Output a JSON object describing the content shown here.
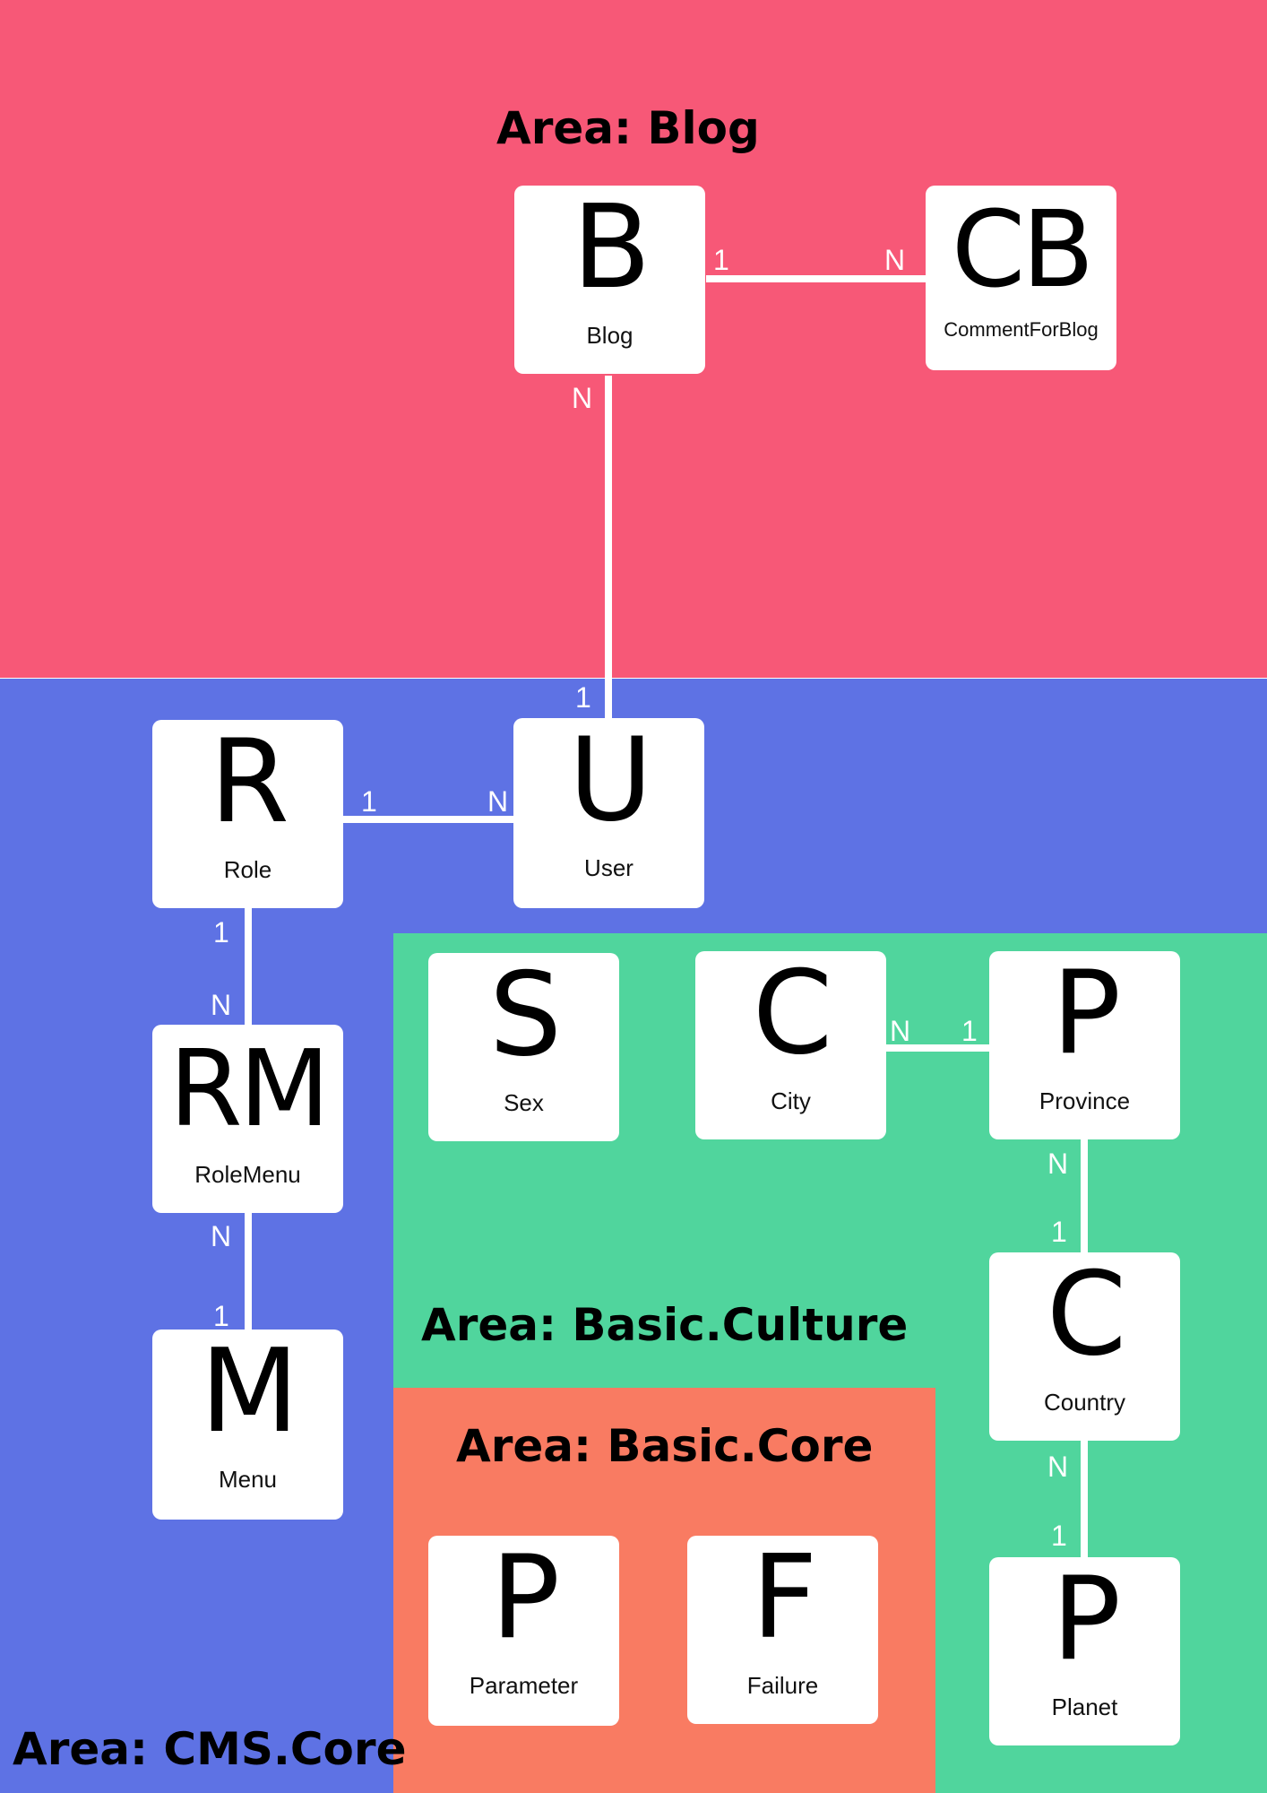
{
  "areas": {
    "blog": "Area: Blog",
    "cms_core": "Area: CMS.Core",
    "basic_culture": "Area: Basic.Culture",
    "basic_core": "Area: Basic.Core"
  },
  "entities": {
    "blog": {
      "letter": "B",
      "name": "Blog"
    },
    "comment_for_blog": {
      "letter": "CB",
      "name": "CommentForBlog"
    },
    "user": {
      "letter": "U",
      "name": "User"
    },
    "role": {
      "letter": "R",
      "name": "Role"
    },
    "role_menu": {
      "letter": "RM",
      "name": "RoleMenu"
    },
    "menu": {
      "letter": "M",
      "name": "Menu"
    },
    "sex": {
      "letter": "S",
      "name": "Sex"
    },
    "city": {
      "letter": "C",
      "name": "City"
    },
    "province": {
      "letter": "P",
      "name": "Province"
    },
    "country": {
      "letter": "C",
      "name": "Country"
    },
    "planet": {
      "letter": "P",
      "name": "Planet"
    },
    "parameter": {
      "letter": "P",
      "name": "Parameter"
    },
    "failure": {
      "letter": "F",
      "name": "Failure"
    }
  },
  "relations": {
    "blog_comment": {
      "from": "1",
      "to": "N"
    },
    "blog_user": {
      "from": "N",
      "to": "1"
    },
    "role_user": {
      "from": "1",
      "to": "N"
    },
    "role_rolemenu": {
      "from": "1",
      "to": "N"
    },
    "rolemenu_menu": {
      "from": "N",
      "to": "1"
    },
    "city_province": {
      "from": "N",
      "to": "1"
    },
    "province_country": {
      "from": "N",
      "to": "1"
    },
    "country_planet": {
      "from": "N",
      "to": "1"
    }
  },
  "colors": {
    "blog_area": "#f75877",
    "cms_core_area": "#5e72e4",
    "basic_culture_area": "#50d59d",
    "basic_core_area": "#f97b62",
    "entity_bg": "#ffffff",
    "connector": "#ffffff"
  }
}
